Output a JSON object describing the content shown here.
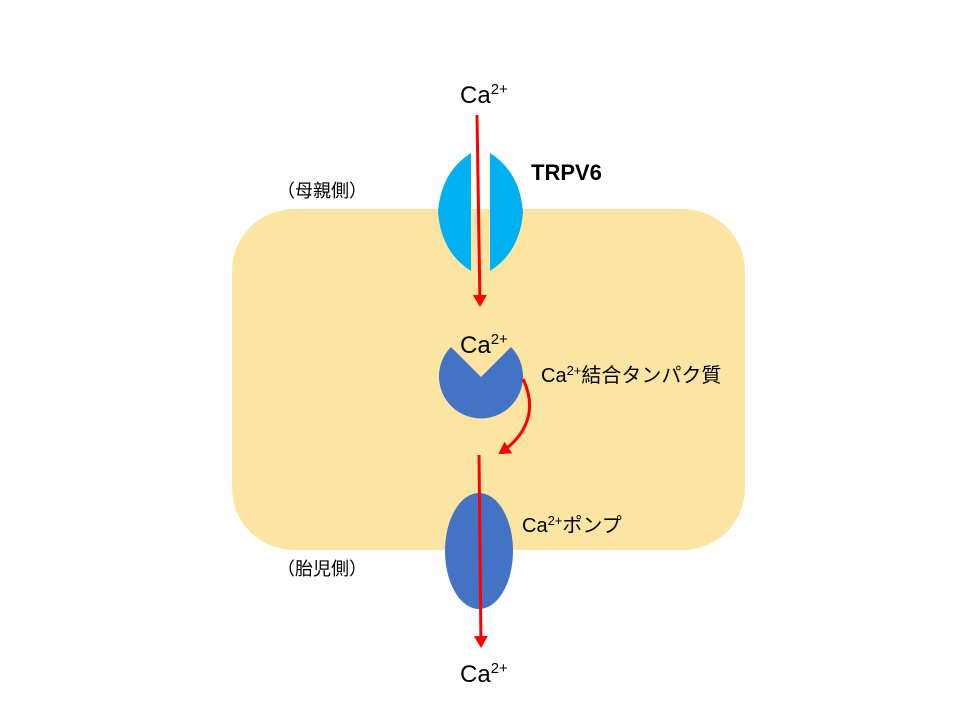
{
  "colors": {
    "cell": "#FCE5A3",
    "channel": "#00B0F0",
    "protein": "#4472C4",
    "arrow": "#FF0000"
  },
  "labels": {
    "ion_base": "Ca",
    "ion_charge": "2+",
    "trpv6": "TRPV6",
    "maternal_side": "（母親側）",
    "fetal_side": "（胎児側）",
    "binding_protein": "結合タンパク質",
    "pump": "ポンプ"
  },
  "icons": {
    "channel": "trpv6-channel-icon",
    "binding": "calcium-binding-protein-icon",
    "pump": "calcium-pump-icon"
  }
}
